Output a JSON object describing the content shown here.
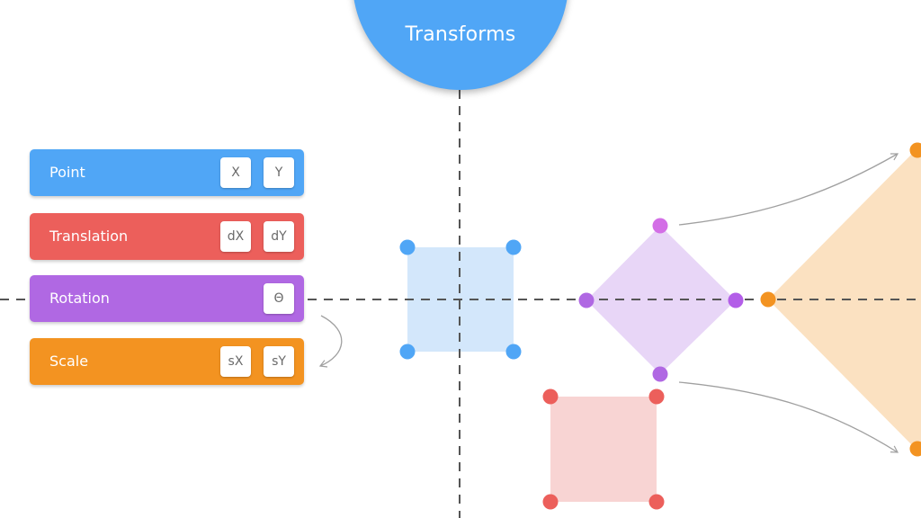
{
  "title": "Transforms",
  "colors": {
    "blue": "#50a6f6",
    "red": "#ec5f5b",
    "purple": "#b068e3",
    "orange": "#f39321"
  },
  "panels": [
    {
      "id": "point",
      "label": "Point",
      "color": "#50a6f6",
      "params": [
        "X",
        "Y"
      ]
    },
    {
      "id": "translation",
      "label": "Translation",
      "color": "#ec5f5b",
      "params": [
        "dX",
        "dY"
      ]
    },
    {
      "id": "rotation",
      "label": "Rotation",
      "color": "#b068e3",
      "params": [
        "Θ"
      ]
    },
    {
      "id": "scale",
      "label": "Scale",
      "color": "#f39321",
      "params": [
        "sX",
        "sY"
      ]
    }
  ],
  "shapes": [
    {
      "name": "point-square",
      "type": "square",
      "fill": "#d3e7fb",
      "vertex_color": "#50a6f6"
    },
    {
      "name": "translated-square",
      "type": "square",
      "fill": "#f8d4d3",
      "vertex_color": "#ec5f5b"
    },
    {
      "name": "rotated-diamond",
      "type": "diamond",
      "fill": "#e8d6f7",
      "vertex_color": "#b068e3",
      "accent_vertex_color": "#d36ee6"
    },
    {
      "name": "scaled-diamond",
      "type": "diamond",
      "fill": "#fbe1c1",
      "vertex_color": "#f39321"
    }
  ]
}
